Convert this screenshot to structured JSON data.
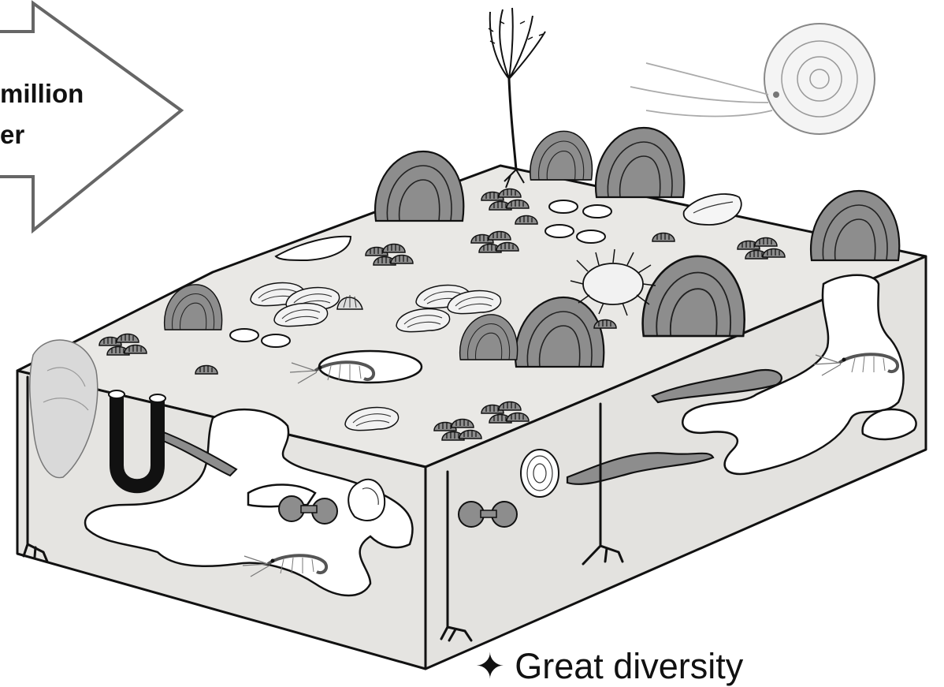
{
  "arrow": {
    "line1": "million",
    "line2": "er"
  },
  "note": {
    "text": "✦ Great diversity"
  },
  "colors": {
    "block_face": "#e9e8e5",
    "block_side": "#e5e4e1",
    "outline": "#111111",
    "shell_fill": "#8d8d8d",
    "cavity": "#ffffff",
    "arrow_stroke": "#666666"
  }
}
